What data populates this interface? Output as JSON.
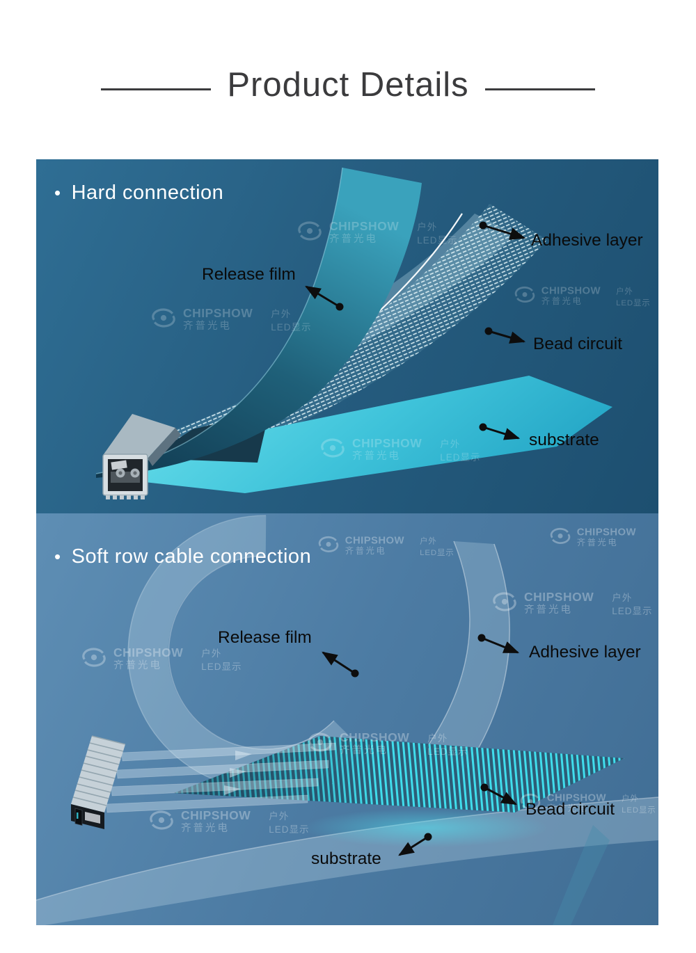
{
  "title": {
    "text": "Product Details"
  },
  "watermark": {
    "brand": "CHIPSHOW",
    "brand_cn": "齐普光电",
    "tag_line1": "户外",
    "tag_line2": "LED显示"
  },
  "hard_panel": {
    "bullet": "•",
    "heading": "Hard connection",
    "labels": {
      "adhesive": "Adhesive layer",
      "release": "Release film",
      "bead": "Bead circuit",
      "substrate": "substrate"
    }
  },
  "soft_panel": {
    "bullet": "•",
    "heading": "Soft row cable connection",
    "labels": {
      "release": "Release film",
      "adhesive": "Adhesive layer",
      "bead": "Bead circuit",
      "substrate": "substrate"
    }
  },
  "colors": {
    "title_text": "#3b3b3d",
    "label_text": "#0a0a0a",
    "heading_white": "#ffffff",
    "hard_bg_1": "#2f6e94",
    "hard_bg_2": "#1d4f70",
    "soft_bg_1": "#5e8eb4",
    "soft_bg_2": "#406d94",
    "substrate_cyan": "#55d9e8",
    "bead_stripe_white": "#e8f7fb",
    "led_stripe_cyan": "#41e4f2",
    "arrow_black": "#0d0d0d"
  }
}
